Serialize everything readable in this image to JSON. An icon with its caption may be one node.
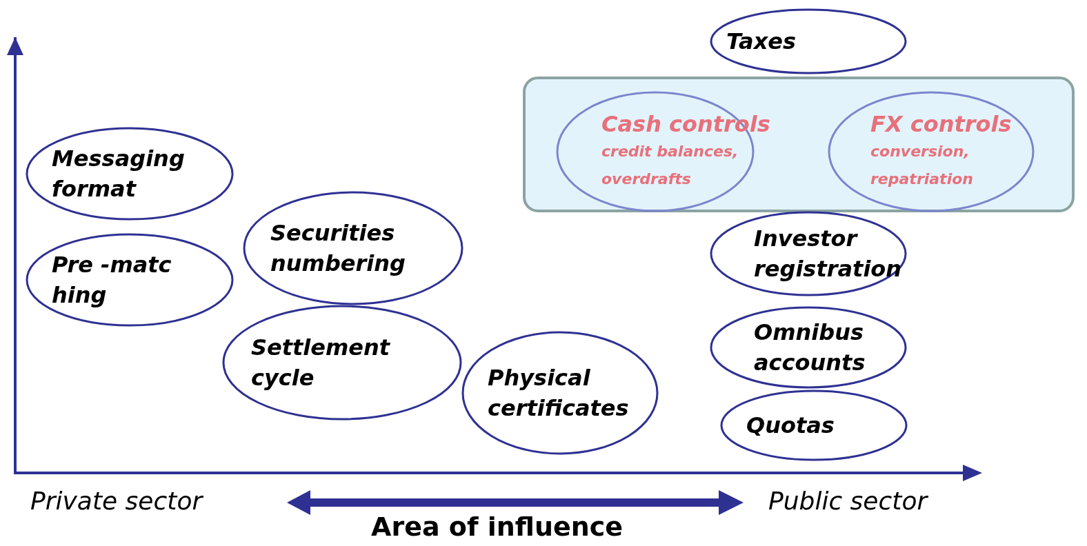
{
  "diagram": {
    "nodes": [
      {
        "text": [
          "Taxes"
        ]
      },
      {
        "text": [],
        "shape": "box"
      },
      {
        "text": [
          "Cash controls",
          "credit balances, overdrafts"
        ],
        "in": 1
      },
      {
        "text": [
          "FX controls",
          "conversion, repatriation"
        ],
        "in": 1
      },
      {
        "text": [
          "Messaging format"
        ]
      },
      {
        "text": [
          "Securities numbering"
        ]
      },
      {
        "text": [
          "Investor registration"
        ]
      },
      {
        "text": [
          "Pre -matc hing"
        ]
      },
      {
        "text": [
          "Omnibus accounts"
        ]
      },
      {
        "text": [
          "Settlement cycle"
        ]
      },
      {
        "text": [
          "Physical certificates"
        ]
      },
      {
        "text": [
          "Quotas"
        ]
      }
    ],
    "edges": [],
    "labels": [
      "Private sector",
      "Public sector",
      "Area of influence"
    ]
  }
}
